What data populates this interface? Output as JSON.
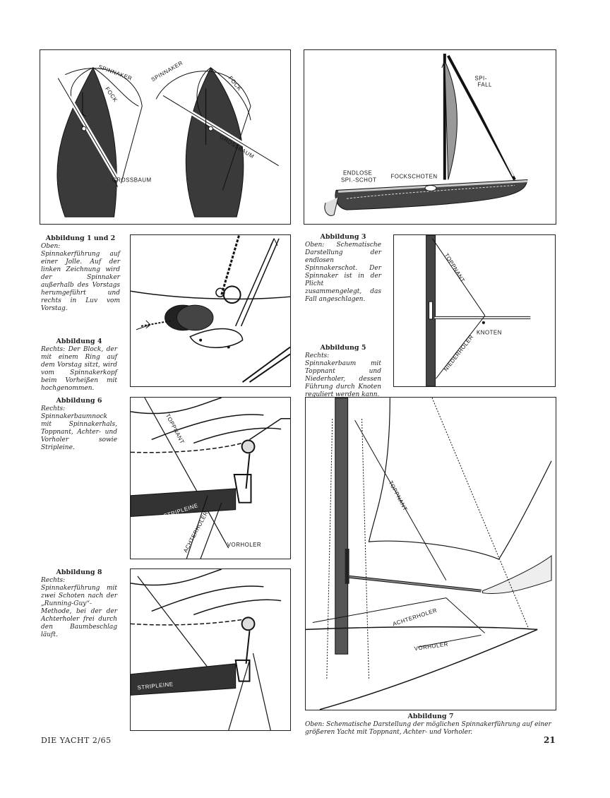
{
  "figures": {
    "f12": {
      "labels": {
        "spinnaker_left": "SPINNAKER",
        "fock_left": "FOCK",
        "grossbaum_left": "GROSSBAUM",
        "spinnaker_right": "SPINNAKER",
        "fock_right": "FOCK",
        "grossbaum_right": "GROSSBAUM"
      }
    },
    "f3": {
      "labels": {
        "spi_fall": "SPI-",
        "spi_fall2": "FALL",
        "endlose": "ENDLOSE",
        "spi_schot": "SPI.-SCHOT",
        "fockschoten": "FOCKSCHOTEN"
      }
    },
    "f5": {
      "labels": {
        "toppnant": "TOPPNANT",
        "knoten": "KNOTEN",
        "niederholer": "NIEDERHOLER"
      }
    },
    "f6": {
      "labels": {
        "toppnant": "TOPPNANT",
        "stripleine": "STRIPLEINE",
        "achterholer": "ACHTERHOLER",
        "vorholer": "VORHOLER"
      }
    },
    "f7": {
      "labels": {
        "toppnant": "TOPPNANT",
        "achterholer": "ACHTERHOLER",
        "vorholer": "VORHOLER"
      }
    },
    "f8": {
      "labels": {
        "stripleine": "STRIPLEINE"
      }
    }
  },
  "captions": {
    "c12": {
      "title": "Abbildung 1 und 2",
      "body": "Oben: Spinnakerführung auf einer Jolle. Auf der linken Zeichnung wird der Spinnaker außerhalb des Vorstags herumgeführt und rechts in Luv vom Vorstag."
    },
    "c3": {
      "title": "Abbildung 3",
      "body": "Oben: Schematische Darstellung der endlosen Spinnakerschot. Der Spinnaker ist in der Plicht zusammengelegt, das Fall angeschlagen."
    },
    "c4": {
      "title": "Abbildung 4",
      "body": "Rechts: Der Block, der mit einem Ring auf dem Vorstag sitzt, wird vom Spinnakerkopf beim Vorheißen mit hochgenommen."
    },
    "c5": {
      "title": "Abbildung 5",
      "body": "Rechts: Spinnakerbaum mit Toppnant und Niederholer, dessen Führung durch Knoten reguliert werden kann."
    },
    "c6": {
      "title": "Abbildung 6",
      "body": "Rechts: Spinnakerbaumnock mit Spinnakerhals, Toppnant, Achter- und Vorholer sowie Stripleine."
    },
    "c7": {
      "title": "Abbildung 7",
      "body": "Oben: Schematische Darstellung der möglichen Spinnakerführung auf einer größeren Yacht mit Toppnant, Achter- und Vorholer."
    },
    "c8": {
      "title": "Abbildung 8",
      "body": "Rechts: Spinnakerführung mit zwei Schoten nach der „Running-Guy“-Methode, bei der der Achterholer frei durch den Baumbeschlag läuft."
    }
  },
  "footer": {
    "magazine": "DIE YACHT 2/65",
    "page": "21"
  }
}
